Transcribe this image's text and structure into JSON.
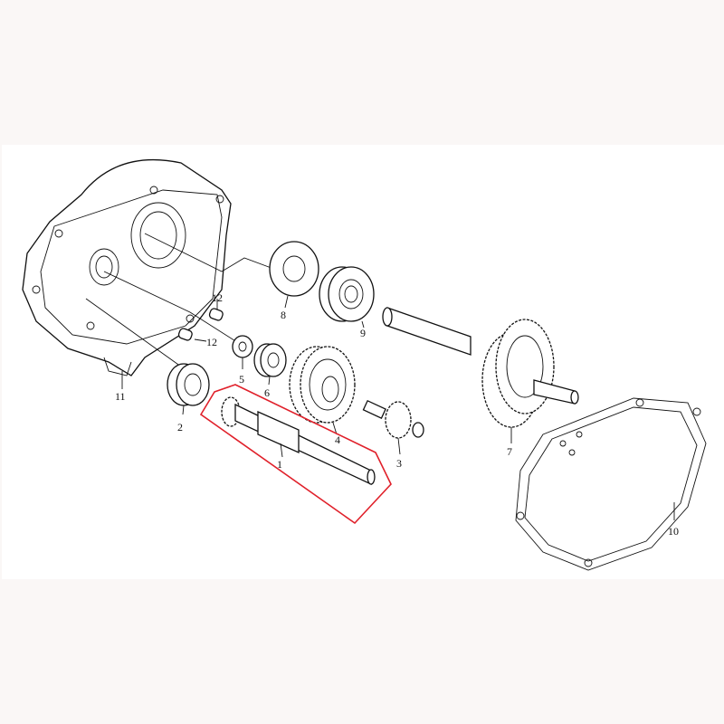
{
  "diagram": {
    "callouts": [
      {
        "id": "1",
        "text": "1"
      },
      {
        "id": "2",
        "text": "2"
      },
      {
        "id": "3",
        "text": "3"
      },
      {
        "id": "4",
        "text": "4"
      },
      {
        "id": "5",
        "text": "5"
      },
      {
        "id": "6",
        "text": "6"
      },
      {
        "id": "7",
        "text": "7"
      },
      {
        "id": "8",
        "text": "8"
      },
      {
        "id": "9",
        "text": "9"
      },
      {
        "id": "10",
        "text": "10"
      },
      {
        "id": "11",
        "text": "11"
      },
      {
        "id": "12a",
        "text": "12"
      },
      {
        "id": "12b",
        "text": "12"
      }
    ],
    "highlight_color": "#e0202a"
  }
}
